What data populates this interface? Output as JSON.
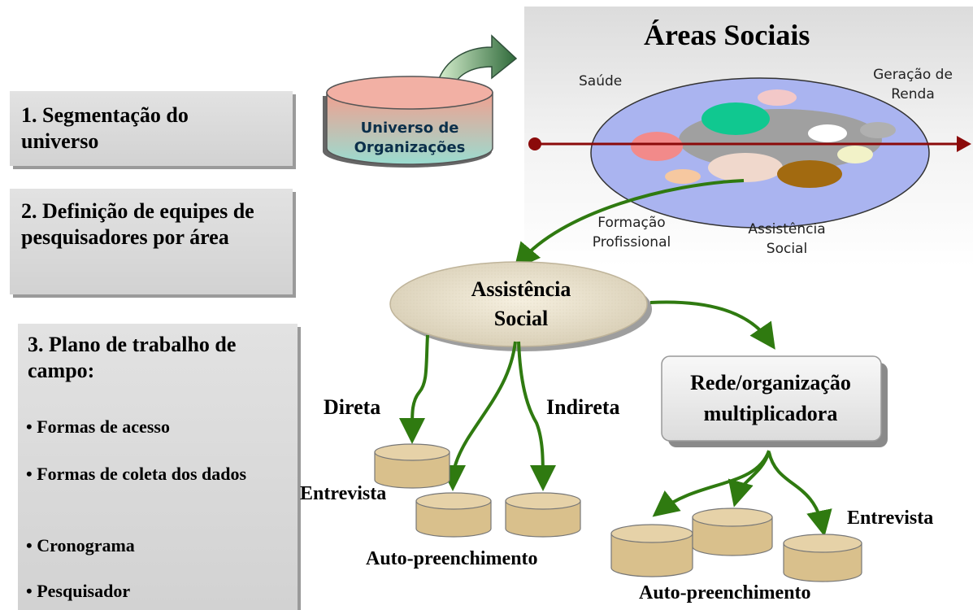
{
  "steps": {
    "s1": "1. Segmentação do universo",
    "s2": "2. Definição de equipes de pesquisadores por área",
    "s3": "3. Plano de trabalho de campo:",
    "bullets": [
      "Formas de acesso",
      "Formas de coleta dos dados",
      "Cronograma",
      "Pesquisador"
    ]
  },
  "universe": {
    "label": "Universo de Organizações"
  },
  "areas": {
    "title": "Áreas Sociais",
    "saude": "Saúde",
    "geracao": "Geração de Renda",
    "formacao": "Formação Profissional",
    "assistencia": "Assistência Social"
  },
  "assistencia_node": "Assistência Social",
  "rede_node": "Rede/organização multiplicadora",
  "flow": {
    "direta": "Direta",
    "indireta": "Indireta",
    "entrevista_left": "Entrevista",
    "auto_left": "Auto-preenchimento",
    "entrevista_right": "Entrevista",
    "auto_right": "Auto-preenchimento"
  },
  "colors": {
    "box_gray": "#d9d9d9",
    "arrow_green": "#2f7a10",
    "axis_red": "#8b0a0a",
    "disk_tan": "#d9c08c",
    "ellipse_blue": "#aab4f0"
  }
}
